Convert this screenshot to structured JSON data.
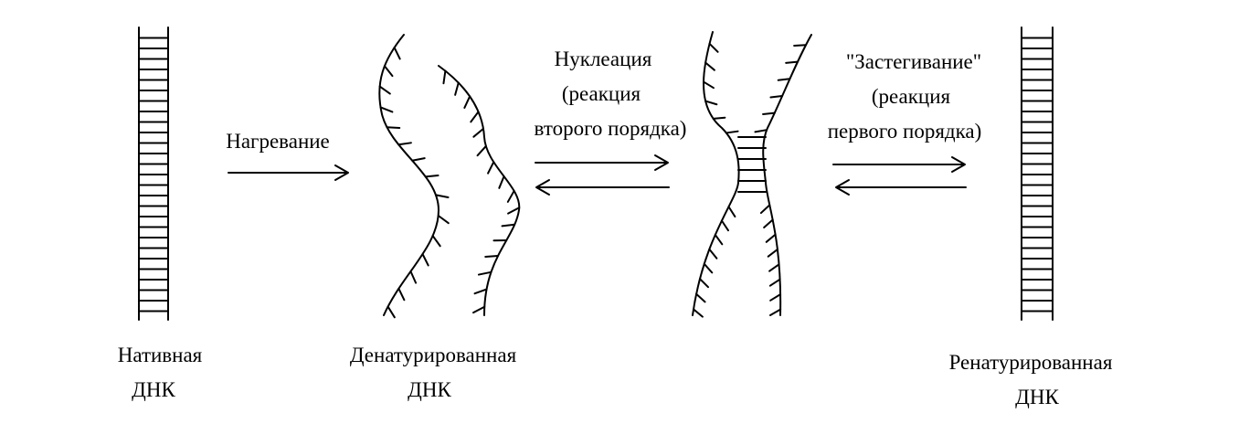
{
  "labels": {
    "native_line1": "Нативная",
    "native_line2": "ДНК",
    "heating": "Нагревание",
    "denatured_line1": "Денатурированная",
    "denatured_line2": "ДНК",
    "nucleation_line1": "Нуклеация",
    "nucleation_line2": "(реакция",
    "nucleation_line3": "второго порядка)",
    "zipping_line1": "\"Застегивание\"",
    "zipping_line2": "(реакция",
    "zipping_line3": "первого порядка)",
    "renatured_line1": "Ренатурированная",
    "renatured_line2": "ДНК"
  }
}
